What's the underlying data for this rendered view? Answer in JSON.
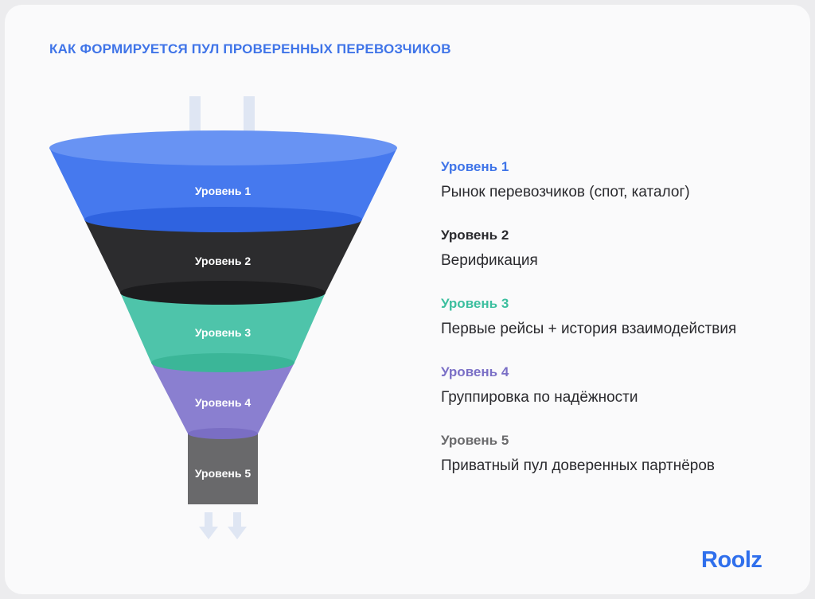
{
  "title": "КАК ФОРМИРУЕТСЯ ПУЛ ПРОВЕРЕННЫХ ПЕРЕВОЗЧИКОВ",
  "funnel_levels": [
    {
      "label": "Уровень 1",
      "color": "#4a7bf0"
    },
    {
      "label": "Уровень 2",
      "color": "#2c2c2e"
    },
    {
      "label": "Уровень 3",
      "color": "#4dc3a9"
    },
    {
      "label": "Уровень 4",
      "color": "#8b7fd0"
    },
    {
      "label": "Уровень 5",
      "color": "#6a6a6c"
    }
  ],
  "legend": [
    {
      "title": "Уровень 1",
      "description": "Рынок перевозчиков (спот, каталог)",
      "color": "#3f74e8"
    },
    {
      "title": "Уровень 2",
      "description": "Верификация",
      "color": "#2a2a2e"
    },
    {
      "title": "Уровень 3",
      "description": "Первые рейсы + история взаимодействия",
      "color": "#3cbf9f"
    },
    {
      "title": "Уровень 4",
      "description": "Группировка по надёжности",
      "color": "#7a6fc6"
    },
    {
      "title": "Уровень 5",
      "description": "Приватный пул доверенных партнёров",
      "color": "#6a6a6c"
    }
  ],
  "logo": "Roolz",
  "icons": [
    "arrow-down-icon"
  ]
}
